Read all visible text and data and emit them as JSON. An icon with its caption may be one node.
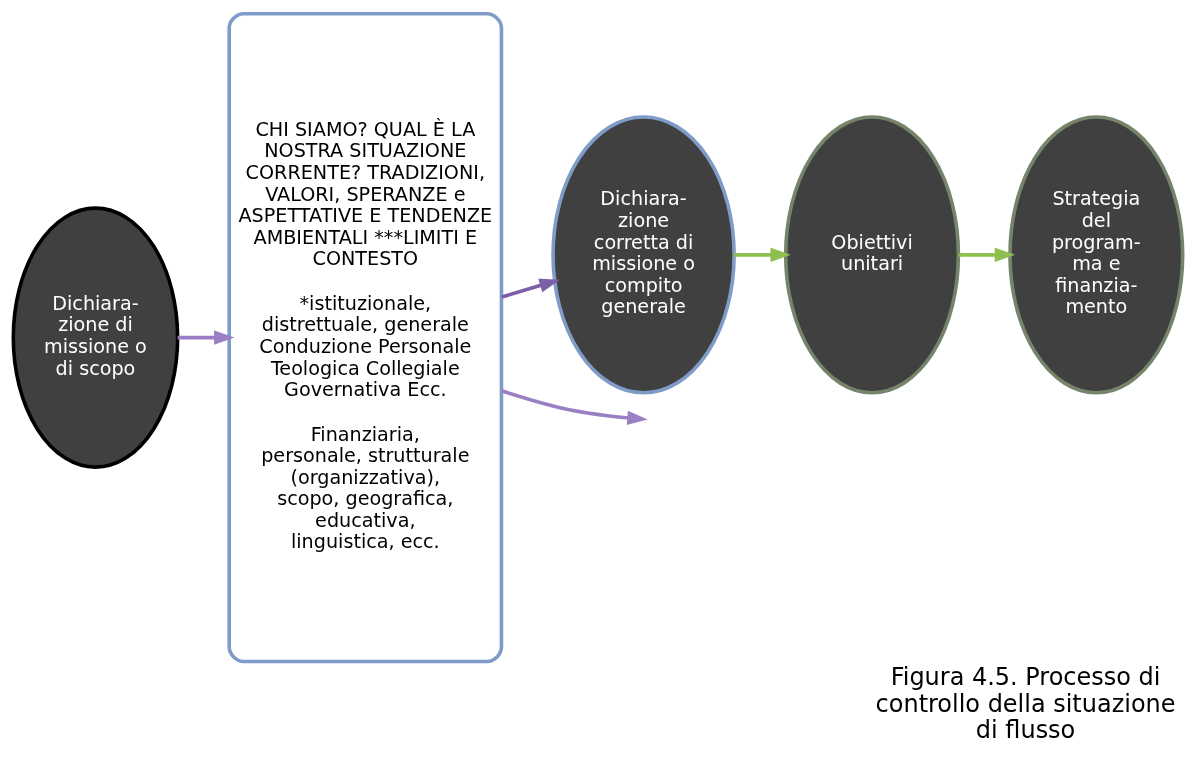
{
  "diagram": {
    "caption": "Figura 4.5. Processo di controllo della situazione di flusso",
    "nodes": [
      {
        "text": [
          "Dichiara- zione di missione o di scopo"
        ]
      },
      {
        "text": [
          "CHI SIAMO? QUAL È LA NOSTRA SITUAZIONE CORRENTE? TRADIZIONI, VALORI, SPERANZE e ASPETTATIVE E TENDENZE AMBIENTALI ***LIMITI E CONTESTO",
          "*istituzionale, distrettuale, generale Conduzione Personale Teologica Collegiale Governativa Ecc.",
          "Finanziaria, personale, strutturale (organizzativa), scopo, geografica, educativa, linguistica, ecc."
        ]
      },
      {
        "text": [
          "Dichiara- zione corretta di missione o compito generale"
        ]
      },
      {
        "text": [
          "Obiettivi unitari"
        ]
      },
      {
        "text": [
          "Strategia del program- ma e finanzia- mento"
        ]
      }
    ],
    "edges": [
      {
        "from": 0,
        "to": 1,
        "arrow": "to",
        "color": "#9b7fc4"
      },
      {
        "from": 1,
        "to": null,
        "arrow": "to",
        "color": "#9b7fc4"
      },
      {
        "from": 1,
        "to": 2,
        "arrow": "to",
        "color": "#7d5fa8"
      },
      {
        "from": 2,
        "to": 3,
        "arrow": "to",
        "color": "#8fbf4f"
      },
      {
        "from": 3,
        "to": 4,
        "arrow": "to",
        "color": "#8fbf4f"
      }
    ]
  }
}
